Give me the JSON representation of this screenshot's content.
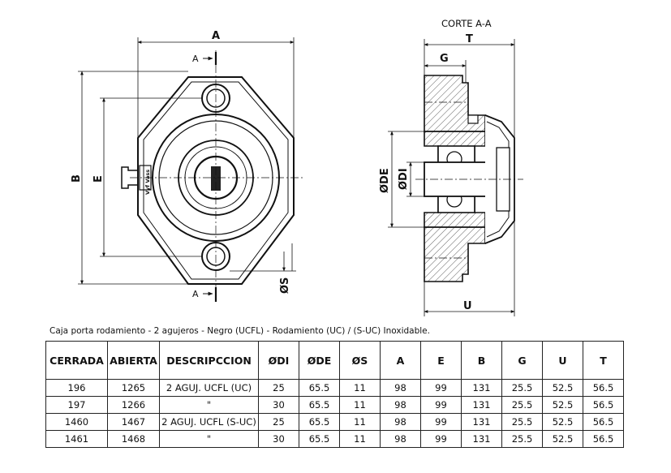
{
  "drawing": {
    "section_title": "CORTE A-A",
    "front_labels": {
      "dim_a": "A",
      "dim_b": "B",
      "dim_e": "E",
      "dim_s": "ØS",
      "cut_top": "A",
      "cut_bottom": "A"
    },
    "side_labels": {
      "dim_t": "T",
      "dim_g": "G",
      "dim_de": "ØDE",
      "dim_di": "ØDI",
      "dim_u": "U"
    },
    "brand_text": "Vyf Vass"
  },
  "caption": "Caja porta rodamiento - 2 agujeros - Negro (UCFL) - Rodamiento (UC) / (S-UC) Inoxidable.",
  "table": {
    "headers": [
      "CERRADA",
      "ABIERTA",
      "DESCRIPCCION",
      "ØDI",
      "ØDE",
      "ØS",
      "A",
      "E",
      "B",
      "G",
      "U",
      "T"
    ],
    "rows": [
      [
        "196",
        "1265",
        "2 AGUJ. UCFL (UC)",
        "25",
        "65.5",
        "11",
        "98",
        "99",
        "131",
        "25.5",
        "52.5",
        "56.5"
      ],
      [
        "197",
        "1266",
        "\"",
        "30",
        "65.5",
        "11",
        "98",
        "99",
        "131",
        "25.5",
        "52.5",
        "56.5"
      ],
      [
        "1460",
        "1467",
        "2 AGUJ. UCFL (S-UC)",
        "25",
        "65.5",
        "11",
        "98",
        "99",
        "131",
        "25.5",
        "52.5",
        "56.5"
      ],
      [
        "1461",
        "1468",
        "\"",
        "30",
        "65.5",
        "11",
        "98",
        "99",
        "131",
        "25.5",
        "52.5",
        "56.5"
      ]
    ]
  }
}
